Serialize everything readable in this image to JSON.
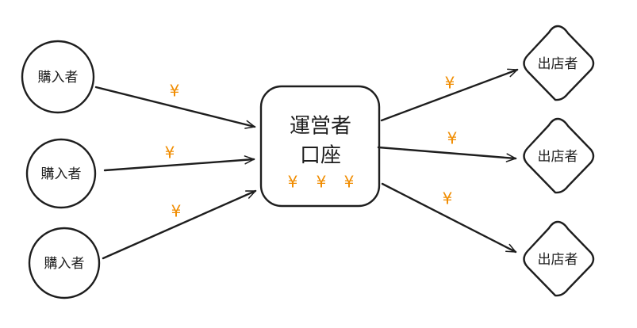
{
  "buyers": [
    {
      "label": "購入者"
    },
    {
      "label": "購入者"
    },
    {
      "label": "購入者"
    }
  ],
  "center": {
    "line1": "運営者",
    "line2": "口座",
    "yen": [
      "¥",
      "¥",
      "¥"
    ]
  },
  "sellers": [
    {
      "label": "出店者"
    },
    {
      "label": "出店者"
    },
    {
      "label": "出店者"
    }
  ],
  "edge_labels": [
    "¥",
    "¥",
    "¥",
    "¥",
    "¥",
    "¥"
  ],
  "colors": {
    "stroke": "#1e1e1e",
    "yen": "#f08c00"
  }
}
